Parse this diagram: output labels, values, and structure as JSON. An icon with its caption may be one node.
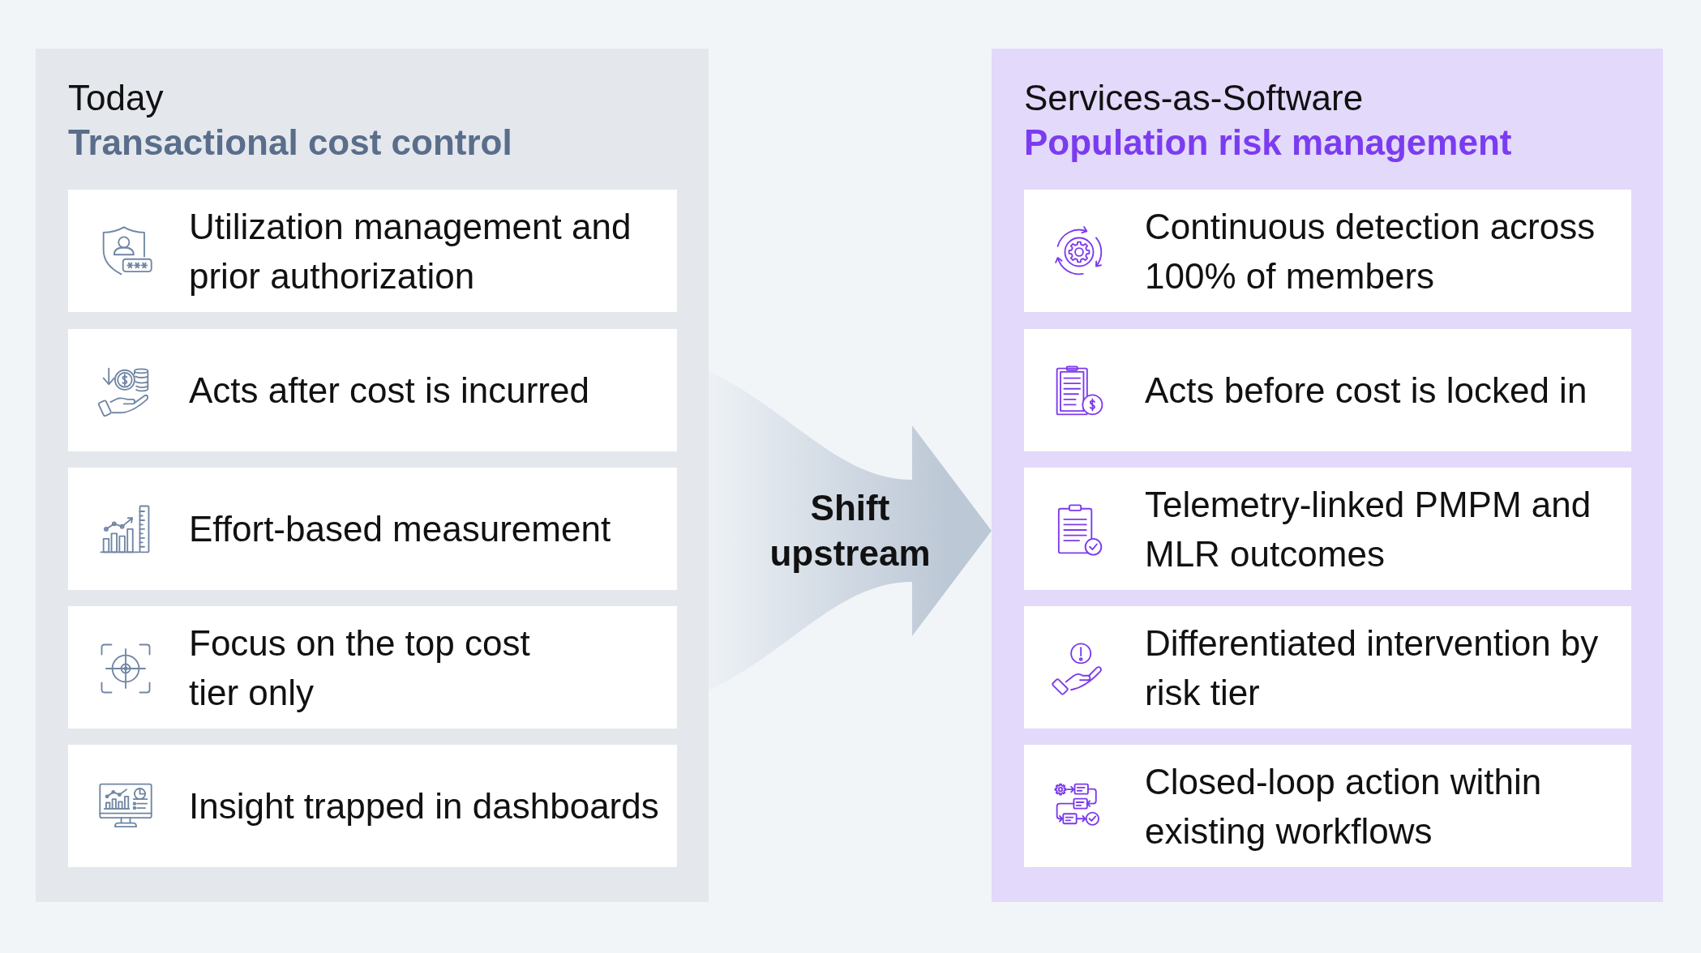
{
  "diagram": {
    "nodes": [
      {
        "text": [
          "Today",
          "Transactional cost control"
        ]
      },
      {
        "text": [
          "Utilization management and prior authorization"
        ],
        "in": 0
      },
      {
        "text": [
          "Acts after cost is incurred"
        ],
        "in": 0
      },
      {
        "text": [
          "Effort-based measurement"
        ],
        "in": 0
      },
      {
        "text": [
          "Focus on the top cost tier only"
        ],
        "in": 0
      },
      {
        "text": [
          "Insight trapped in dashboards"
        ],
        "in": 0
      },
      {
        "text": [
          "Services-as-Software",
          "Population risk management"
        ]
      },
      {
        "text": [
          "Continuous detection across 100% of members"
        ],
        "in": 6
      },
      {
        "text": [
          "Acts before cost is locked in"
        ],
        "in": 6
      },
      {
        "text": [
          "Telemetry-linked PMPM and MLR outcomes"
        ],
        "in": 6
      },
      {
        "text": [
          "Differentiated intervention by risk tier"
        ],
        "in": 6
      },
      {
        "text": [
          "Closed-loop action within existing workflows"
        ],
        "in": 6
      }
    ],
    "edges": [
      {
        "from": 0,
        "to": 6,
        "arrow": "to",
        "label": "Shift upstream"
      }
    ]
  }
}
